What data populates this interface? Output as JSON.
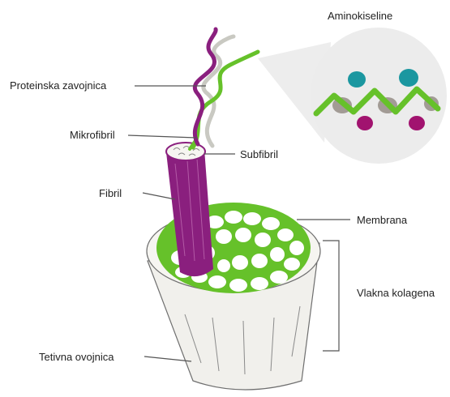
{
  "colors": {
    "collagen_green": "#66c12a",
    "fibril_purple": "#8a1f7e",
    "sheath_fill": "#f1f0ec",
    "sheath_outline": "#6f6f6f",
    "amino_teal": "#1b97a0",
    "amino_magenta": "#a1136f",
    "amino_gray": "#a29b95",
    "zoom_circle": "#ececec",
    "leader_line": "#555555"
  },
  "labels": {
    "amino_acids": "Aminokiseline",
    "protein_helix": "Proteinska zavojnica",
    "microfibril": "Mikrofibril",
    "subfibril": "Subfibril",
    "fibril": "Fibril",
    "membrane": "Membrana",
    "collagen_fibers": "Vlakna kolagena",
    "tendon_sheath": "Tetivna ovojnica"
  }
}
